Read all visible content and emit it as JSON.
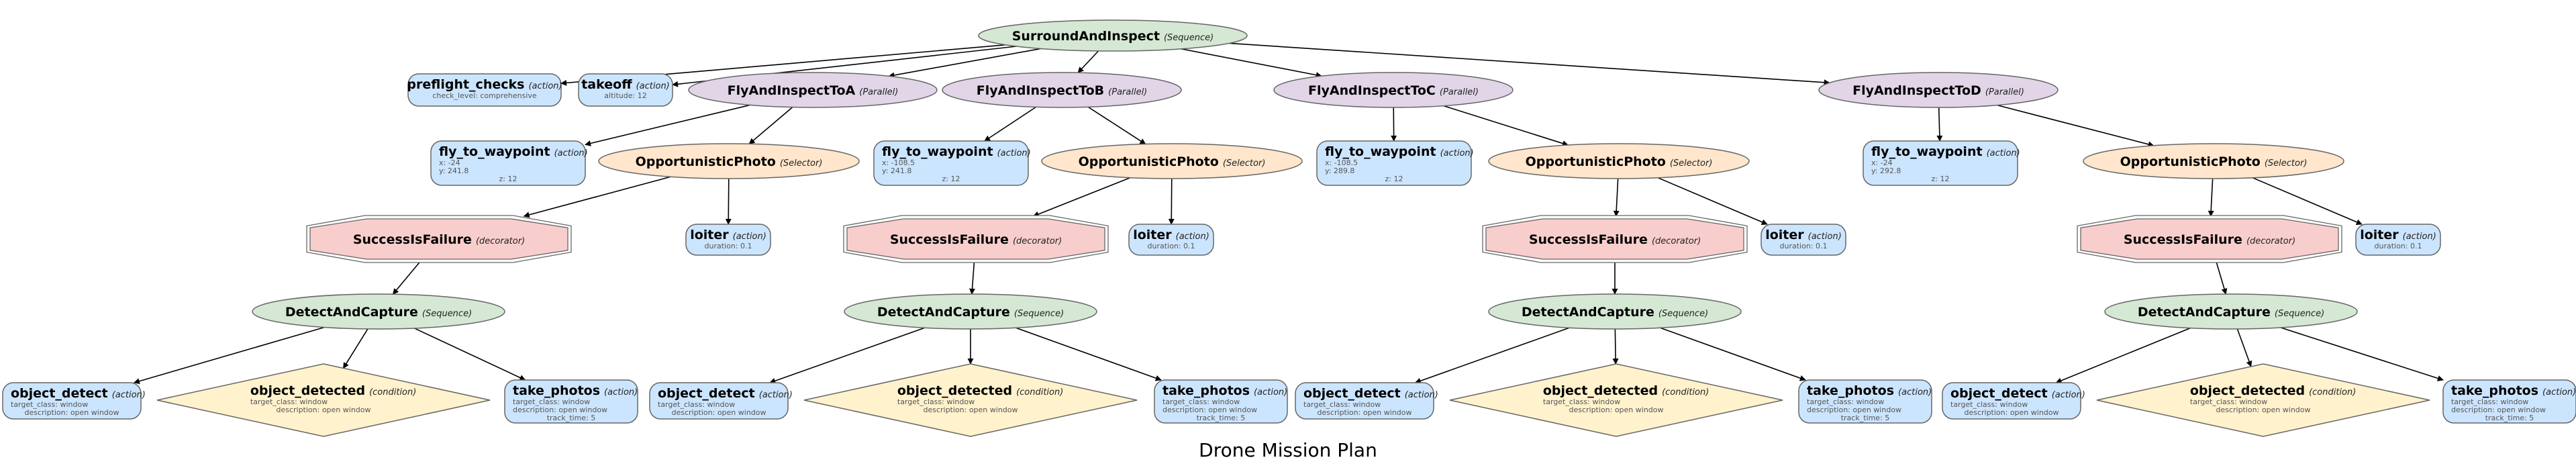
{
  "title": "Drone Mission Plan",
  "colors": {
    "sequence": "#d5e8d4",
    "parallel": "#e1d5e7",
    "selector": "#ffe6cc",
    "decorator": "#f8cecc",
    "action": "#cce5ff",
    "condition": "#fff2cc",
    "stroke": "#666666"
  },
  "nodes": [
    {
      "id": "root",
      "name": "SurroundAndInspect",
      "type": "Sequence",
      "kind": "sequence",
      "params": []
    },
    {
      "id": "pre",
      "name": "preflight_checks",
      "type": "action",
      "kind": "action",
      "params": [
        "check_level: comprehensive"
      ]
    },
    {
      "id": "tko",
      "name": "takeoff",
      "type": "action",
      "kind": "action",
      "params": [
        "altitude: 12"
      ]
    },
    {
      "id": "fa",
      "name": "FlyAndInspectToA",
      "type": "Parallel",
      "kind": "parallel",
      "params": []
    },
    {
      "id": "fb",
      "name": "FlyAndInspectToB",
      "type": "Parallel",
      "kind": "parallel",
      "params": []
    },
    {
      "id": "fc",
      "name": "FlyAndInspectToC",
      "type": "Parallel",
      "kind": "parallel",
      "params": []
    },
    {
      "id": "fd",
      "name": "FlyAndInspectToD",
      "type": "Parallel",
      "kind": "parallel",
      "params": []
    },
    {
      "id": "wa",
      "name": "fly_to_waypoint",
      "type": "action",
      "kind": "action",
      "params": [
        "x: -24",
        "y: 241.8",
        "z: 12"
      ]
    },
    {
      "id": "oa",
      "name": "OpportunisticPhoto",
      "type": "Selector",
      "kind": "selector",
      "params": []
    },
    {
      "id": "sa",
      "name": "SuccessIsFailure",
      "type": "decorator",
      "kind": "decorator",
      "params": []
    },
    {
      "id": "la",
      "name": "loiter",
      "type": "action",
      "kind": "action",
      "params": [
        "duration: 0.1"
      ]
    },
    {
      "id": "da",
      "name": "DetectAndCapture",
      "type": "Sequence",
      "kind": "sequence",
      "params": []
    },
    {
      "id": "ada",
      "name": "object_detect",
      "type": "action",
      "kind": "action",
      "params": [
        "target_class: window",
        "description: open window"
      ]
    },
    {
      "id": "cda",
      "name": "object_detected",
      "type": "condition",
      "kind": "condition",
      "params": [
        "target_class: window",
        "description: open window"
      ]
    },
    {
      "id": "tpa",
      "name": "take_photos",
      "type": "action",
      "kind": "action",
      "params": [
        "target_class: window",
        "description: open window",
        "track_time: 5"
      ]
    },
    {
      "id": "wb",
      "name": "fly_to_waypoint",
      "type": "action",
      "kind": "action",
      "params": [
        "x: -108.5",
        "y: 241.8",
        "z: 12"
      ]
    },
    {
      "id": "ob",
      "name": "OpportunisticPhoto",
      "type": "Selector",
      "kind": "selector",
      "params": []
    },
    {
      "id": "sb",
      "name": "SuccessIsFailure",
      "type": "decorator",
      "kind": "decorator",
      "params": []
    },
    {
      "id": "lb",
      "name": "loiter",
      "type": "action",
      "kind": "action",
      "params": [
        "duration: 0.1"
      ]
    },
    {
      "id": "db",
      "name": "DetectAndCapture",
      "type": "Sequence",
      "kind": "sequence",
      "params": []
    },
    {
      "id": "adb",
      "name": "object_detect",
      "type": "action",
      "kind": "action",
      "params": [
        "target_class: window",
        "description: open window"
      ]
    },
    {
      "id": "cdb",
      "name": "object_detected",
      "type": "condition",
      "kind": "condition",
      "params": [
        "target_class: window",
        "description: open window"
      ]
    },
    {
      "id": "tpb",
      "name": "take_photos",
      "type": "action",
      "kind": "action",
      "params": [
        "target_class: window",
        "description: open window",
        "track_time: 5"
      ]
    },
    {
      "id": "wc",
      "name": "fly_to_waypoint",
      "type": "action",
      "kind": "action",
      "params": [
        "x: -108.5",
        "y: 289.8",
        "z: 12"
      ]
    },
    {
      "id": "oc",
      "name": "OpportunisticPhoto",
      "type": "Selector",
      "kind": "selector",
      "params": []
    },
    {
      "id": "sc",
      "name": "SuccessIsFailure",
      "type": "decorator",
      "kind": "decorator",
      "params": []
    },
    {
      "id": "lc",
      "name": "loiter",
      "type": "action",
      "kind": "action",
      "params": [
        "duration: 0.1"
      ]
    },
    {
      "id": "dc",
      "name": "DetectAndCapture",
      "type": "Sequence",
      "kind": "sequence",
      "params": []
    },
    {
      "id": "adc",
      "name": "object_detect",
      "type": "action",
      "kind": "action",
      "params": [
        "target_class: window",
        "description: open window"
      ]
    },
    {
      "id": "cdc",
      "name": "object_detected",
      "type": "condition",
      "kind": "condition",
      "params": [
        "target_class: window",
        "description: open window"
      ]
    },
    {
      "id": "tpc",
      "name": "take_photos",
      "type": "action",
      "kind": "action",
      "params": [
        "target_class: window",
        "description: open window",
        "track_time: 5"
      ]
    },
    {
      "id": "wd",
      "name": "fly_to_waypoint",
      "type": "action",
      "kind": "action",
      "params": [
        "x: -24",
        "y: 292.8",
        "z: 12"
      ]
    },
    {
      "id": "od",
      "name": "OpportunisticPhoto",
      "type": "Selector",
      "kind": "selector",
      "params": []
    },
    {
      "id": "sd",
      "name": "SuccessIsFailure",
      "type": "decorator",
      "kind": "decorator",
      "params": []
    },
    {
      "id": "ld",
      "name": "loiter",
      "type": "action",
      "kind": "action",
      "params": [
        "duration: 0.1"
      ]
    },
    {
      "id": "dd",
      "name": "DetectAndCapture",
      "type": "Sequence",
      "kind": "sequence",
      "params": []
    },
    {
      "id": "add",
      "name": "object_detect",
      "type": "action",
      "kind": "action",
      "params": [
        "target_class: window",
        "description: open window"
      ]
    },
    {
      "id": "cdd",
      "name": "object_detected",
      "type": "condition",
      "kind": "condition",
      "params": [
        "target_class: window",
        "description: open window"
      ]
    },
    {
      "id": "tpd",
      "name": "take_photos",
      "type": "action",
      "kind": "action",
      "params": [
        "target_class: window",
        "description: open window",
        "track_time: 5"
      ]
    }
  ],
  "edges": [
    [
      "root",
      "pre"
    ],
    [
      "root",
      "tko"
    ],
    [
      "root",
      "fa"
    ],
    [
      "root",
      "fb"
    ],
    [
      "root",
      "fc"
    ],
    [
      "root",
      "fd"
    ],
    [
      "fa",
      "wa"
    ],
    [
      "fa",
      "oa"
    ],
    [
      "oa",
      "sa"
    ],
    [
      "oa",
      "la"
    ],
    [
      "sa",
      "da"
    ],
    [
      "da",
      "ada"
    ],
    [
      "da",
      "cda"
    ],
    [
      "da",
      "tpa"
    ],
    [
      "fb",
      "wb"
    ],
    [
      "fb",
      "ob"
    ],
    [
      "ob",
      "sb"
    ],
    [
      "ob",
      "lb"
    ],
    [
      "sb",
      "db"
    ],
    [
      "db",
      "adb"
    ],
    [
      "db",
      "cdb"
    ],
    [
      "db",
      "tpb"
    ],
    [
      "fc",
      "wc"
    ],
    [
      "fc",
      "oc"
    ],
    [
      "oc",
      "sc"
    ],
    [
      "oc",
      "lc"
    ],
    [
      "sc",
      "dc"
    ],
    [
      "dc",
      "adc"
    ],
    [
      "dc",
      "cdc"
    ],
    [
      "dc",
      "tpc"
    ],
    [
      "fd",
      "wd"
    ],
    [
      "fd",
      "od"
    ],
    [
      "od",
      "sd"
    ],
    [
      "od",
      "ld"
    ],
    [
      "sd",
      "dd"
    ],
    [
      "dd",
      "add"
    ],
    [
      "dd",
      "cdd"
    ],
    [
      "dd",
      "tpd"
    ]
  ]
}
